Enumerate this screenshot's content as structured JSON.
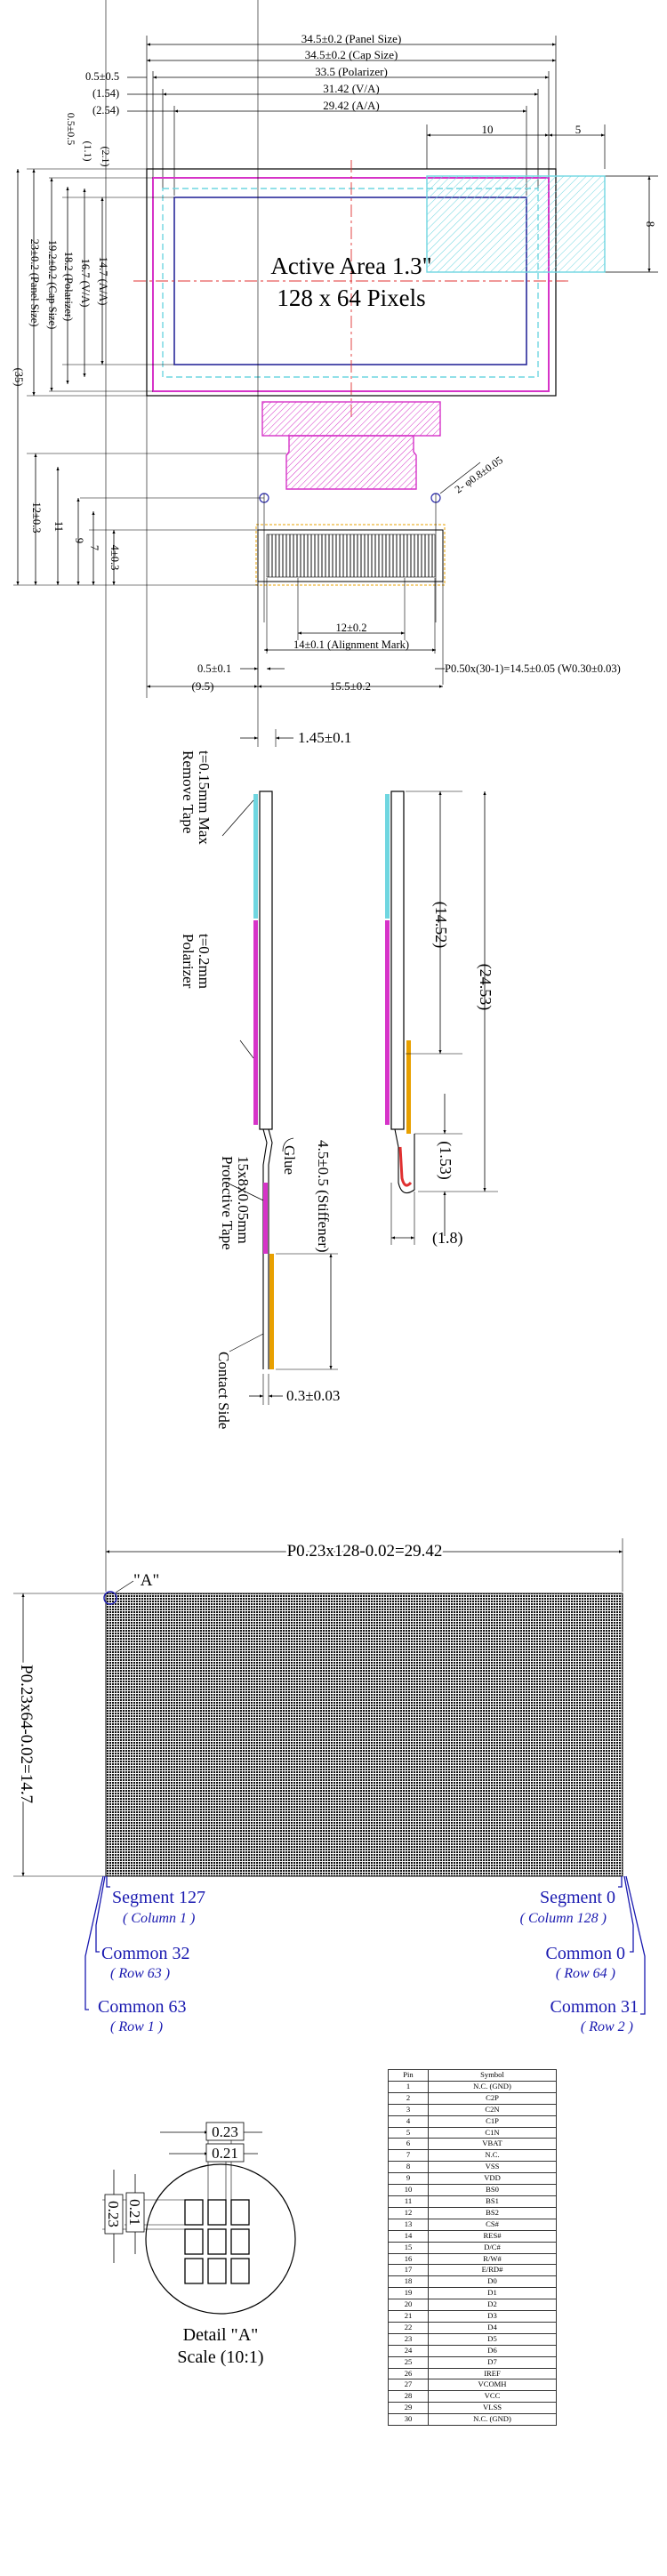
{
  "top_view": {
    "panel_size": "34.5±0.2 (Panel Size)",
    "cap_size": "34.5±0.2 (Cap Size)",
    "polarizer_w": "33.5 (Polarizer)",
    "va_w": "31.42 (V/A)",
    "aa_w": "29.42 (A/A)",
    "left_0_5": "0.5±0.5",
    "left_1_54": "(1.54)",
    "left_2_54": "(2.54)",
    "dim_10": "10",
    "dim_5": "5",
    "dim_8": "8",
    "v_0_5": "0.5±0.5",
    "v_2_1": "(2.1)",
    "v_1_1": "(1.1)",
    "v_14_7": "14.7 (A/A)",
    "v_16_7": "16.7 (V/A)",
    "v_18_2": "18.2 (Polarizer)",
    "v_19_2": "19.2±0.2 (Cap Size)",
    "v_23": "23±0.2 (Panel Size)",
    "v_35": "(35)",
    "v_12": "12±0.3",
    "v_11": "11",
    "v_9": "9",
    "v_7": "7",
    "v_4": "4±0.3",
    "active_area": "Active Area 1.3\"",
    "pixels": "128 x 64 Pixels",
    "hole": "2- φ0.8±0.05",
    "dim_12": "12±0.2",
    "align_mark": "14±0.1 (Alignment Mark)",
    "pitch": "P0.50x(30-1)=14.5±0.05 (W0.30±0.03)",
    "b_0_5": "0.5±0.1",
    "b_9_5": "(9.5)",
    "b_15_5": "15.5±0.2"
  },
  "side_view": {
    "thickness": "1.45±0.1",
    "remove_tape": "Remove Tape",
    "tape_t": "t=0.15mm Max",
    "polarizer": "Polarizer",
    "polarizer_t": "t=0.2mm",
    "glue": "Glue",
    "protective": "Protective Tape",
    "protective_size": "15x8x0.05mm",
    "stiffener": "4.5±0.5 (Stiffener)",
    "contact": "Contact Side",
    "contact_t": "0.3±0.03",
    "d_14_52": "(14.52)",
    "d_24_53": "(24.53)",
    "d_1_53": "(1.53)",
    "d_1_8": "(1.8)"
  },
  "pixel_map": {
    "h_dim": "P0.23x128-0.02=29.42",
    "v_dim": "P0.23x64-0.02=14.7",
    "detail_ref": "\"A\"",
    "seg127": "Segment 127",
    "col1": "( Column 1 )",
    "com32": "Common 32",
    "row63": "( Row 63 )",
    "com63": "Common 63",
    "row1": "( Row 1 )",
    "seg0": "Segment 0",
    "col128": "( Column 128 )",
    "com0": "Common 0",
    "row64": "( Row 64 )",
    "com31": "Common 31",
    "row2": "( Row 2 )"
  },
  "detail": {
    "d023_top": "0.23",
    "d021_top": "0.21",
    "d023_left": "0.23",
    "d021_left": "0.21",
    "title": "Detail \"A\"",
    "scale": "Scale (10:1)"
  },
  "pin_table": {
    "headers": [
      "Pin",
      "Symbol"
    ],
    "rows": [
      [
        "1",
        "N.C. (GND)"
      ],
      [
        "2",
        "C2P"
      ],
      [
        "3",
        "C2N"
      ],
      [
        "4",
        "C1P"
      ],
      [
        "5",
        "C1N"
      ],
      [
        "6",
        "VBAT"
      ],
      [
        "7",
        "N.C."
      ],
      [
        "8",
        "VSS"
      ],
      [
        "9",
        "VDD"
      ],
      [
        "10",
        "BS0"
      ],
      [
        "11",
        "BS1"
      ],
      [
        "12",
        "BS2"
      ],
      [
        "13",
        "CS#"
      ],
      [
        "14",
        "RES#"
      ],
      [
        "15",
        "D/C#"
      ],
      [
        "16",
        "R/W#"
      ],
      [
        "17",
        "E/RD#"
      ],
      [
        "18",
        "D0"
      ],
      [
        "19",
        "D1"
      ],
      [
        "20",
        "D2"
      ],
      [
        "21",
        "D3"
      ],
      [
        "22",
        "D4"
      ],
      [
        "23",
        "D5"
      ],
      [
        "24",
        "D6"
      ],
      [
        "25",
        "D7"
      ],
      [
        "26",
        "IREF"
      ],
      [
        "27",
        "VCOMH"
      ],
      [
        "28",
        "VCC"
      ],
      [
        "29",
        "VLSS"
      ],
      [
        "30",
        "N.C. (GND)"
      ]
    ]
  },
  "colors": {
    "polarizer": "#d633c8",
    "viewing_area": "#6fd6e0",
    "fpc": "#d633c8",
    "active_area": "#2a2a9a",
    "center_line": "#e03030",
    "callout": "#1a1ab0",
    "tape": "#e8a000"
  }
}
